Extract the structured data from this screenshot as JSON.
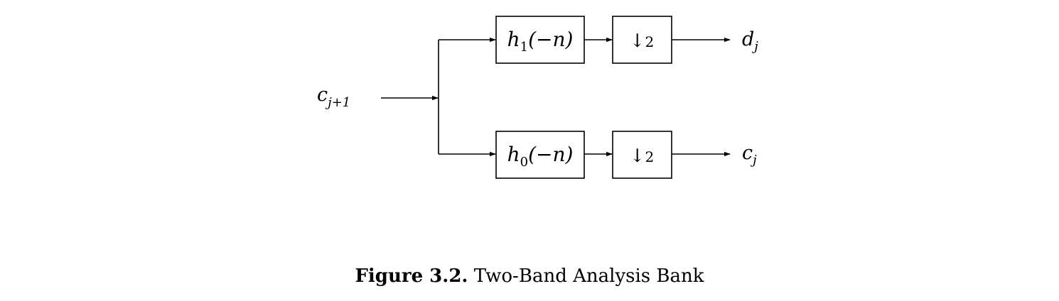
{
  "input_signal": {
    "base": "c",
    "sub": "j+1"
  },
  "branches": [
    {
      "filter": {
        "base": "h",
        "sub": "1",
        "arg": "(−n)"
      },
      "downsampler": {
        "arrow": "↓",
        "factor": "2"
      },
      "output": {
        "base": "d",
        "sub": "j"
      }
    },
    {
      "filter": {
        "base": "h",
        "sub": "0",
        "arg": "(−n)"
      },
      "downsampler": {
        "arrow": "↓",
        "factor": "2"
      },
      "output": {
        "base": "c",
        "sub": "j"
      }
    }
  ],
  "caption": {
    "number": "Figure 3.2.",
    "text": "Two-Band Analysis Bank"
  }
}
